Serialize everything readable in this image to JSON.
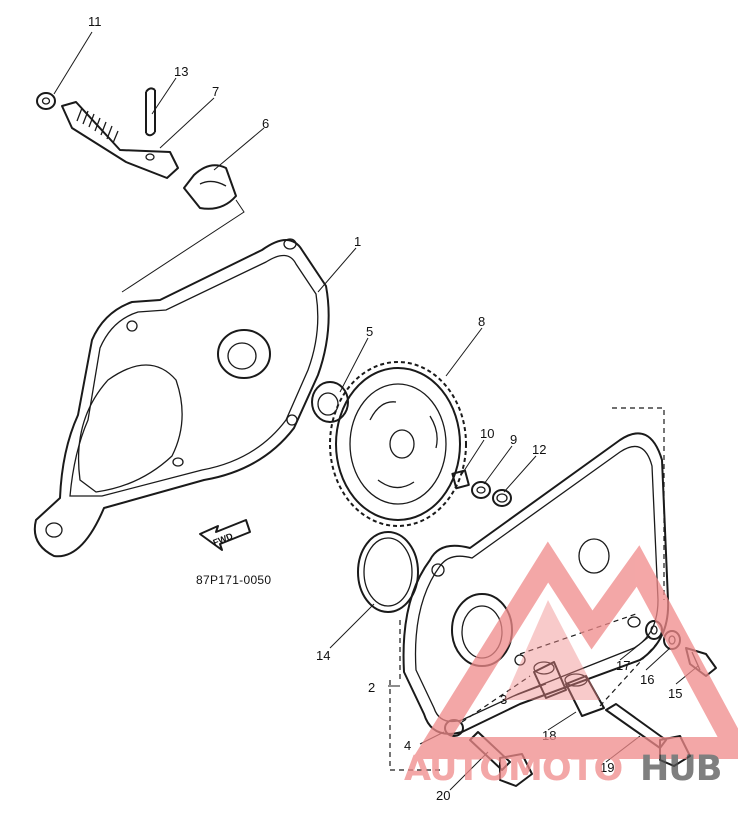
{
  "diagram_code": "87P171-0050",
  "fwd_label": "FWD",
  "callouts": [
    {
      "id": "11",
      "text": "11"
    },
    {
      "id": "13",
      "text": "13"
    },
    {
      "id": "7",
      "text": "7"
    },
    {
      "id": "6",
      "text": "6"
    },
    {
      "id": "1",
      "text": "1"
    },
    {
      "id": "5",
      "text": "5"
    },
    {
      "id": "8",
      "text": "8"
    },
    {
      "id": "10",
      "text": "10"
    },
    {
      "id": "9",
      "text": "9"
    },
    {
      "id": "12",
      "text": "12"
    },
    {
      "id": "14",
      "text": "14"
    },
    {
      "id": "2",
      "text": "2"
    },
    {
      "id": "3",
      "text": "3"
    },
    {
      "id": "4",
      "text": "4"
    },
    {
      "id": "17",
      "text": "17"
    },
    {
      "id": "16",
      "text": "16"
    },
    {
      "id": "15",
      "text": "15"
    },
    {
      "id": "18",
      "text": "18"
    },
    {
      "id": "19",
      "text": "19"
    },
    {
      "id": "20",
      "text": "20"
    }
  ],
  "watermark": {
    "part1": "AUTO",
    "part2": "MOTO",
    "part3": "HUB"
  },
  "colors": {
    "line": "#1a1a1a",
    "wm_red": "#f08a8a",
    "wm_dark": "#555555"
  }
}
